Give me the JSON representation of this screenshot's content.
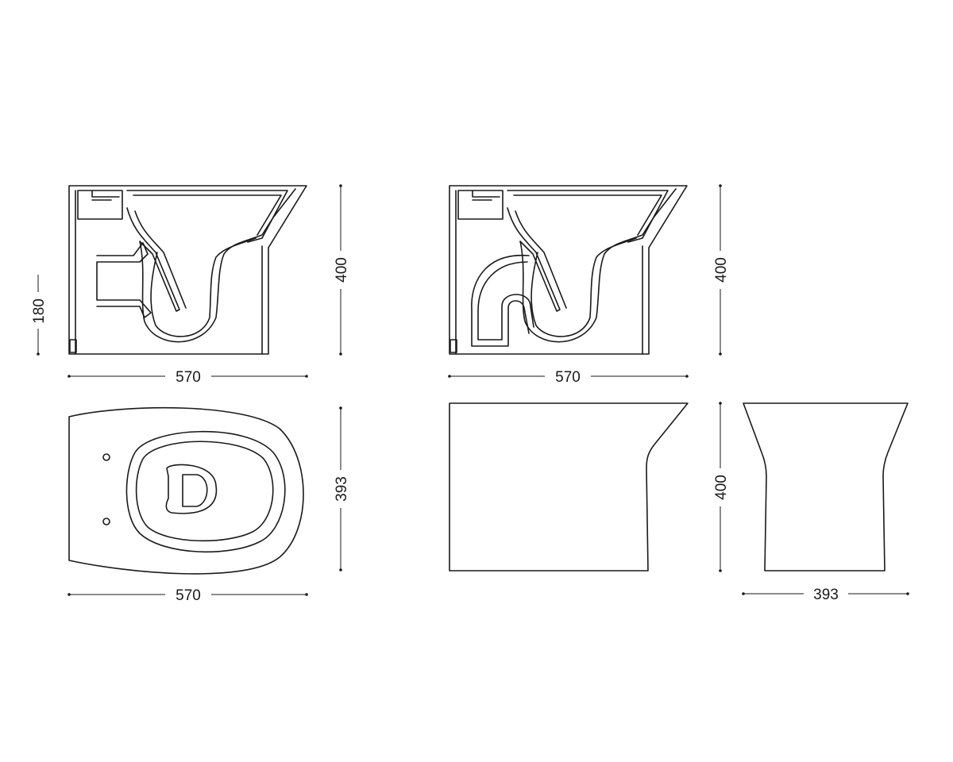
{
  "dimensions": {
    "front_width_left": "570",
    "front_height_left": "400",
    "outlet_height": "180",
    "front_width_right": "570",
    "front_height_right": "400",
    "plan_width": "570",
    "plan_depth": "393",
    "side_height": "400",
    "rear_width": "393"
  },
  "colors": {
    "line": "#1a1a1a",
    "background": "#ffffff"
  }
}
